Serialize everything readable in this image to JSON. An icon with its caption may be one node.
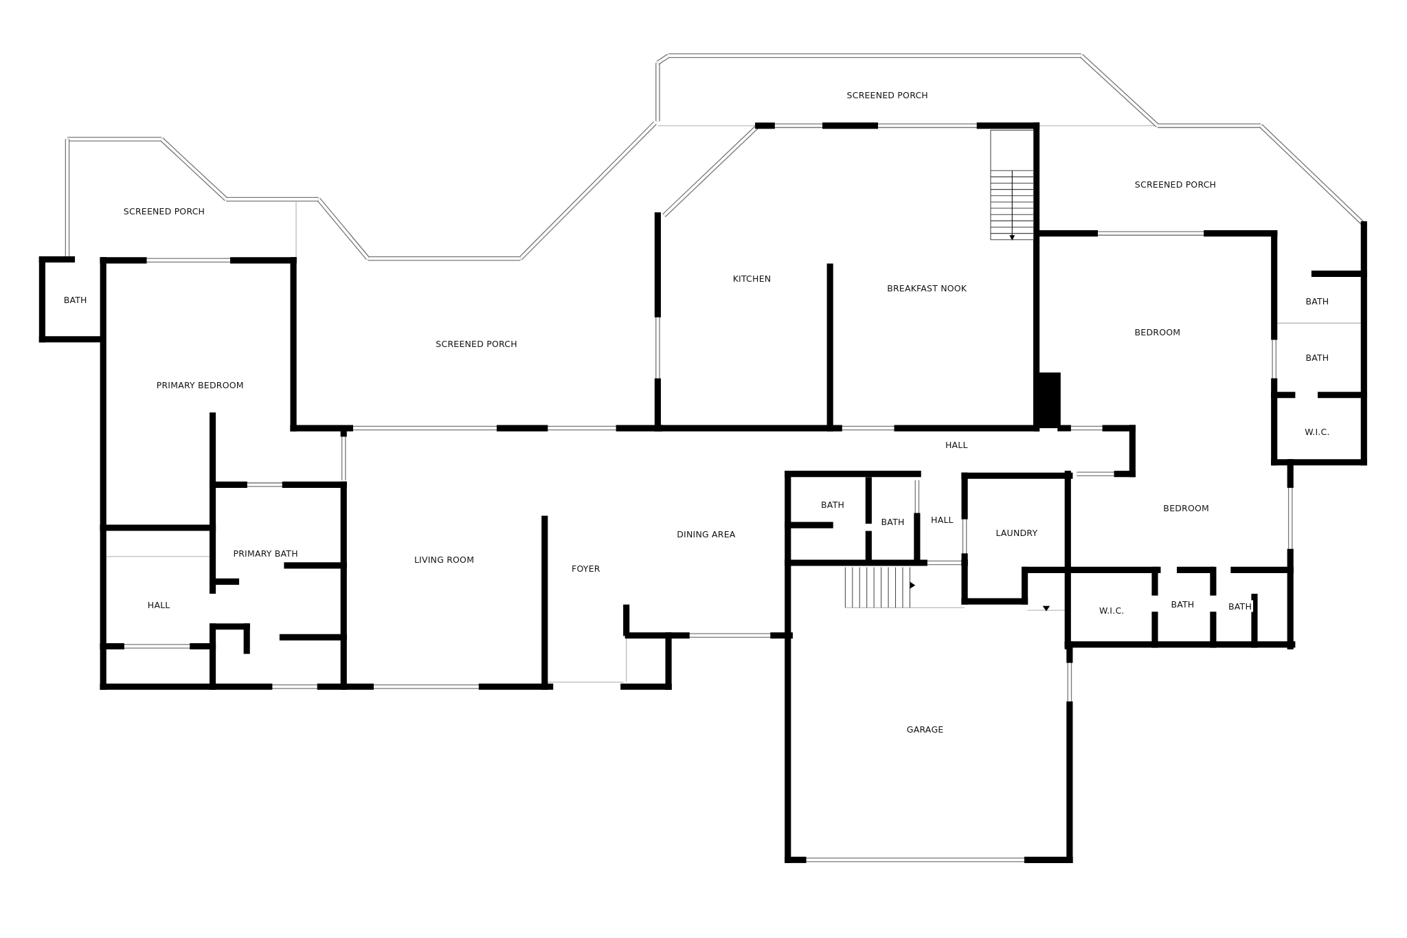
{
  "diagram": {
    "labels": [
      "SCREENED PORCH",
      "SCREENED PORCH",
      "SCREENED PORCH",
      "KITCHEN",
      "BREAKFAST NOOK",
      "BATH",
      "BATH",
      "BEDROOM",
      "SCREENED PORCH",
      "BATH",
      "PRIMARY BEDROOM",
      "W.I.C.",
      "HALL",
      "DINING AREA",
      "BATH",
      "BATH",
      "HALL",
      "LAUNDRY",
      "BEDROOM",
      "PRIMARY BATH",
      "LIVING ROOM",
      "FOYER",
      "HALL",
      "W.I.C.",
      "BATH",
      "BATH",
      "GARAGE"
    ]
  }
}
